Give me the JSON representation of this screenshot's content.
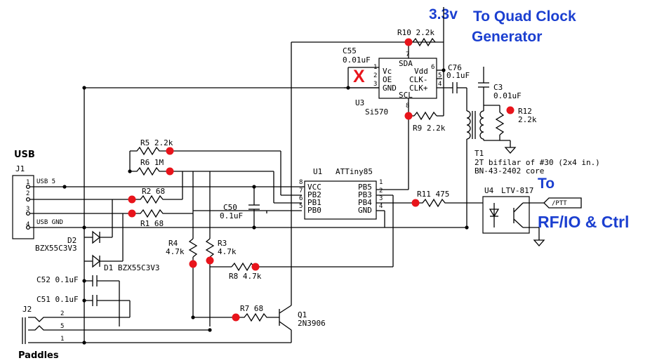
{
  "colors": {
    "annotation": "#1b3fd0",
    "marker": "#e8141b",
    "x_mark": "#e8141b"
  },
  "annotations": {
    "supply": "3.3v",
    "quad_clock_1": "To Quad Clock",
    "quad_clock_2": "Generator",
    "rf_to": "To",
    "rf_ctrl": "RF/IO & Ctrl"
  },
  "connectors": {
    "usb_title": "USB",
    "j1": "J1",
    "usb_pins": [
      "1",
      "2",
      "3",
      "4"
    ],
    "usb_5": "USB 5",
    "usb_gnd": "USB GND",
    "paddles_title": "Paddles",
    "j2": "J2",
    "j2_pins": [
      "2",
      "5",
      "1"
    ],
    "ptt": "/PTT"
  },
  "components": {
    "r1": "R1  68",
    "r2": "R2  68",
    "r3": "R3",
    "r3_val": "4.7k",
    "r4": "R4",
    "r4_val": "4.7k",
    "r5": "R5  2.2k",
    "r6": "R6  1M",
    "r7": "R7  68",
    "r8": "R8  4.7k",
    "r9": "R9  2.2k",
    "r10": "R10  2.2k",
    "r11": "R11  475",
    "r12": "R12",
    "r12_val": "2.2k",
    "c3": "C3",
    "c3_val": "0.01uF",
    "c50": "C50",
    "c50_val": "0.1uF",
    "c51": "C51  0.1uF",
    "c52": "C52  0.1uF",
    "c55": "C55",
    "c55_val": "0.01uF",
    "c76": "C76",
    "c76_val": "0.1uF",
    "d1": "D1  BZX55C3V3",
    "d2": "D2",
    "d2_val": "BZX55C3V3",
    "q1": "Q1",
    "q1_val": "2N3906",
    "t1": "T1",
    "t1_note1": "2T bifilar of #30 (2x4 in.)",
    "t1_note2": "BN-43-2402 core",
    "u1": "U1",
    "u1_name": "ATTiny85",
    "u1_pins_left": [
      "VCC",
      "PB2",
      "PB1",
      "PB0"
    ],
    "u1_pins_left_num": [
      "8",
      "7",
      "6",
      "5"
    ],
    "u1_pins_right": [
      "PB5",
      "PB3",
      "PB4",
      "GND"
    ],
    "u1_pins_right_num": [
      "1",
      "2",
      "3",
      "4"
    ],
    "u3": "U3",
    "u3_name": "Si570",
    "u3_pins_left": [
      "Vc",
      "OE",
      "GND"
    ],
    "u3_pins_left_num": [
      "1",
      "2",
      "3"
    ],
    "u3_pins_right": [
      "Vdd",
      "CLK-",
      "CLK+"
    ],
    "u3_pins_right_num": [
      "6",
      "5",
      "4"
    ],
    "u3_sda": "SDA",
    "u3_scl": "SCL",
    "u3_sda_num": "7",
    "u3_scl_num": "8",
    "u4": "U4",
    "u4_name": "LTV-817"
  }
}
